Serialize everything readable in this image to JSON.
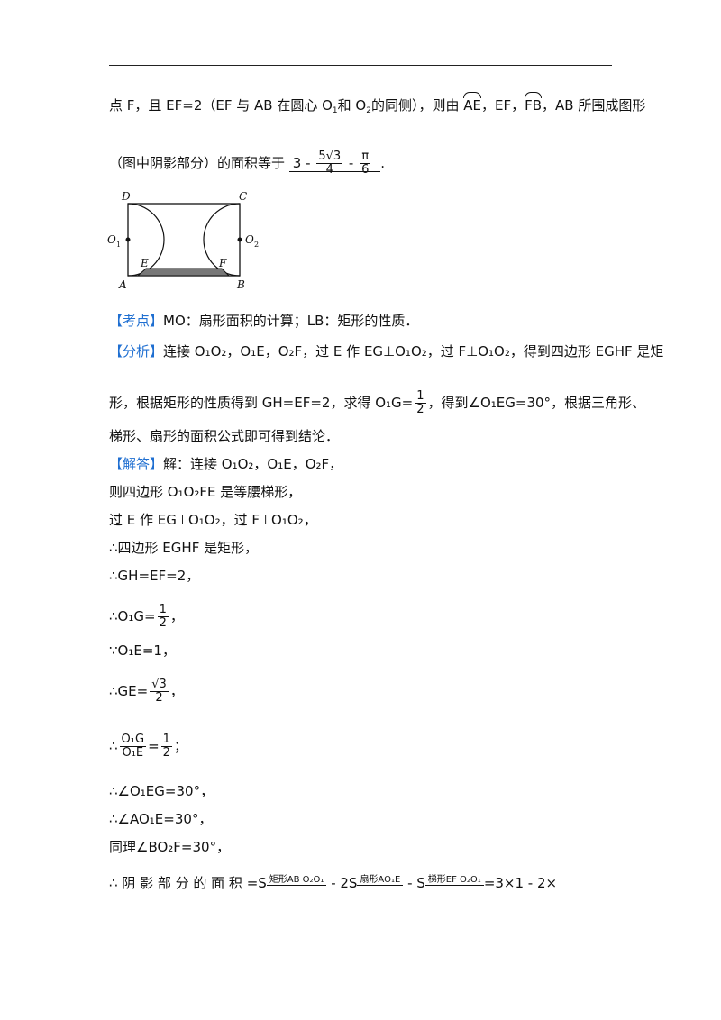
{
  "intro": {
    "prefix": "点 F，且 EF=2（EF 与 AB 在圆心 O",
    "part2": "和 O",
    "part3": "的同侧），则由",
    "arc_ae": "AE",
    "part4": "，EF，",
    "arc_fb": "FB",
    "part5": "，AB 所围成图形",
    "line2_prefix": "（图中阴影部分）的面积等于",
    "ans_a": "3 -",
    "ans_b_num": "5√3",
    "ans_b_den": "4",
    "ans_c": "-",
    "ans_d_num": "π",
    "ans_d_den": "6",
    "line2_suffix": "."
  },
  "figure": {
    "labels": {
      "D": "D",
      "C": "C",
      "O1": "O",
      "O2": "O",
      "E": "E",
      "F": "F",
      "A": "A",
      "B": "B",
      "sub1": "1",
      "sub2": "2"
    }
  },
  "kaodian": {
    "tag": "【考点】",
    "text": "MO：扇形面积的计算；LB：矩形的性质．"
  },
  "fenxi": {
    "tag": "【分析】",
    "l1": "连接 O₁O₂，O₁E，O₂F，过 E 作 EG⊥O₁O₂，过 F⊥O₁O₂，得到四边形 EGHF 是矩",
    "l2a": "形，根据矩形的性质得到 GH=EF=2，求得 O₁G=",
    "l2_num": "1",
    "l2_den": "2",
    "l2b": "，得到∠O₁EG=30°，根据三角形、",
    "l3": "梯形、扇形的面积公式即可得到结论．"
  },
  "jieda": {
    "tag": "【解答】",
    "s1": "解：连接 O₁O₂，O₁E，O₂F，",
    "s2": "则四边形 O₁O₂FE 是等腰梯形，",
    "s3": "过 E 作 EG⊥O₁O₂，过 F⊥O₁O₂，",
    "s4": "∴四边形 EGHF 是矩形，",
    "s5": "∴GH=EF=2，",
    "s6a": "∴O₁G=",
    "s6_num": "1",
    "s6_den": "2",
    "s6b": "，",
    "s7": "∵O₁E=1，",
    "s8a": "∴GE=",
    "s8_num": "√3",
    "s8_den": "2",
    "s8b": "，",
    "s9a": "∴",
    "s9_num": "O₁G",
    "s9_den": "O₁E",
    "s9b": "=",
    "s9_num2": "1",
    "s9_den2": "2",
    "s9c": "；",
    "s10": "∴∠O₁EG=30°，",
    "s11": "∴∠AO₁E=30°，",
    "s12": "同理∠BO₂F=30°，",
    "s13a": "∴ 阴 影 部 分 的 面 积 =S",
    "s13_n1": "矩形AB O₂O₁",
    "s13b": " - 2S",
    "s13_n2": "扇形AO₁E",
    "s13c": " - S",
    "s13_n3": "梯形EF O₂O₁",
    "s13d": "=3×1 - 2×"
  }
}
